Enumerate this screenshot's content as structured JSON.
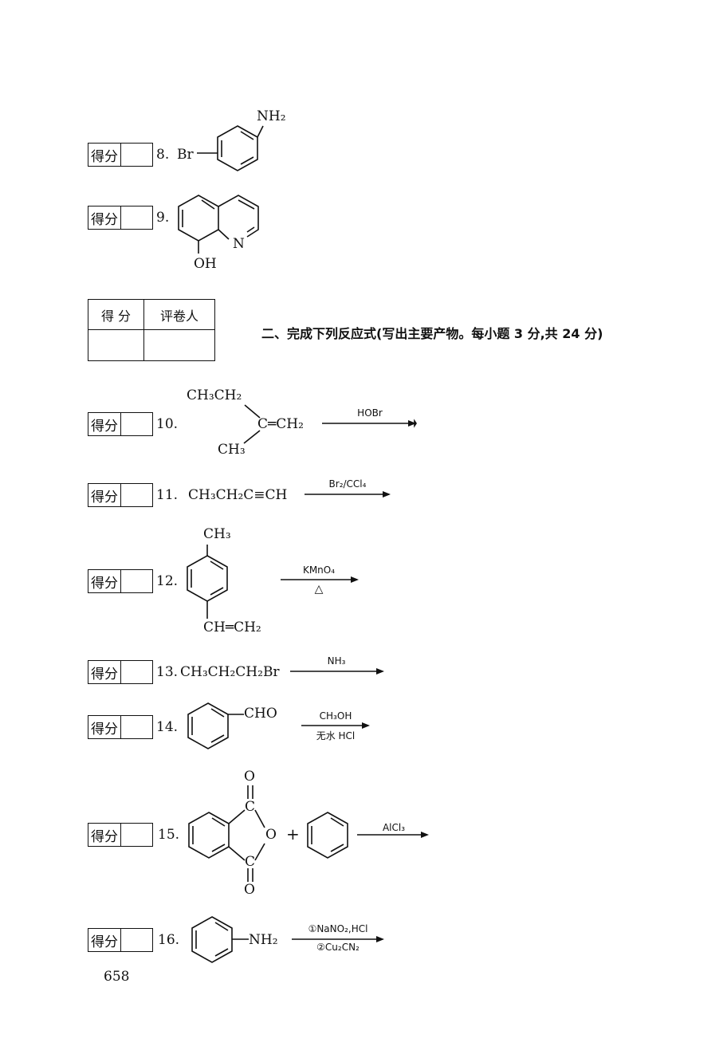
{
  "score_label": "得分",
  "section2": {
    "heading": "二、完成下列反应式(写出主要产物。每小题 3 分,共 24 分)",
    "grader_col1": "得 分",
    "grader_col2": "评卷人"
  },
  "questions": [
    {
      "num": "8.",
      "labels": [
        "Br",
        "NH₂"
      ]
    },
    {
      "num": "9.",
      "labels": [
        "N",
        "OH"
      ]
    },
    {
      "num": "10.",
      "labels": [
        "CH₃CH₂",
        "C═CH₂",
        "CH₃"
      ],
      "reagent": "HOBr"
    },
    {
      "num": "11.",
      "labels": [
        "CH₃CH₂C≡CH"
      ],
      "reagent": "Br₂/CCl₄"
    },
    {
      "num": "12.",
      "labels": [
        "CH₃",
        "CH═CH₂"
      ],
      "reagent": "KMnO₄",
      "condition": "△"
    },
    {
      "num": "13.",
      "labels": [
        "CH₃CH₂CH₂Br"
      ],
      "reagent": "NH₃"
    },
    {
      "num": "14.",
      "labels": [
        "CHO"
      ],
      "reagent": "CH₃OH",
      "condition": "无水 HCl"
    },
    {
      "num": "15.",
      "labels": [
        "O",
        "C",
        "O",
        "C",
        "O",
        "+"
      ],
      "reagent": "AlCl₃"
    },
    {
      "num": "16.",
      "labels": [
        "NH₂"
      ],
      "reagent": "①NaNO₂,HCl",
      "condition": "②Cu₂CN₂"
    }
  ],
  "page_number": "658"
}
